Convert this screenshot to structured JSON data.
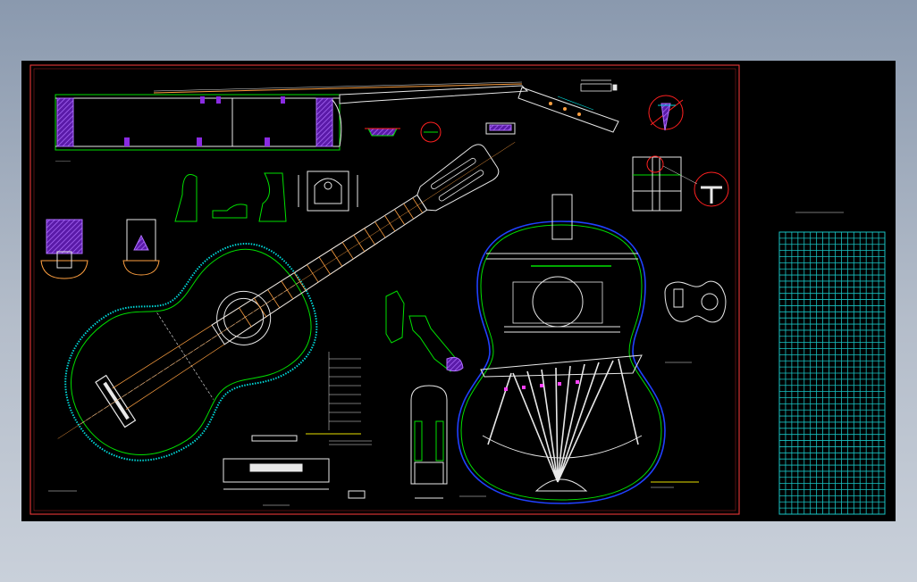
{
  "drawing": {
    "colors": {
      "background": "#000000",
      "frame": "#ff3b3b",
      "outline": "#e8e8e8",
      "accent_green": "#00e000",
      "accent_cyan": "#00d8d8",
      "accent_orange": "#ffa040",
      "accent_blue": "#2040ff",
      "hatch_purple": "#8a2be2",
      "detail_red": "#ff2020",
      "grid_cyan": "#19c3c3",
      "label_yellow": "#e8e000"
    },
    "icons": [
      "guitar-front-view",
      "guitar-bracing-view",
      "headstock-view",
      "neck-side-view",
      "bridge-detail",
      "heel-detail",
      "grid-table"
    ],
    "title_block": {
      "grid_columns": 17,
      "grid_rows": 46
    }
  }
}
